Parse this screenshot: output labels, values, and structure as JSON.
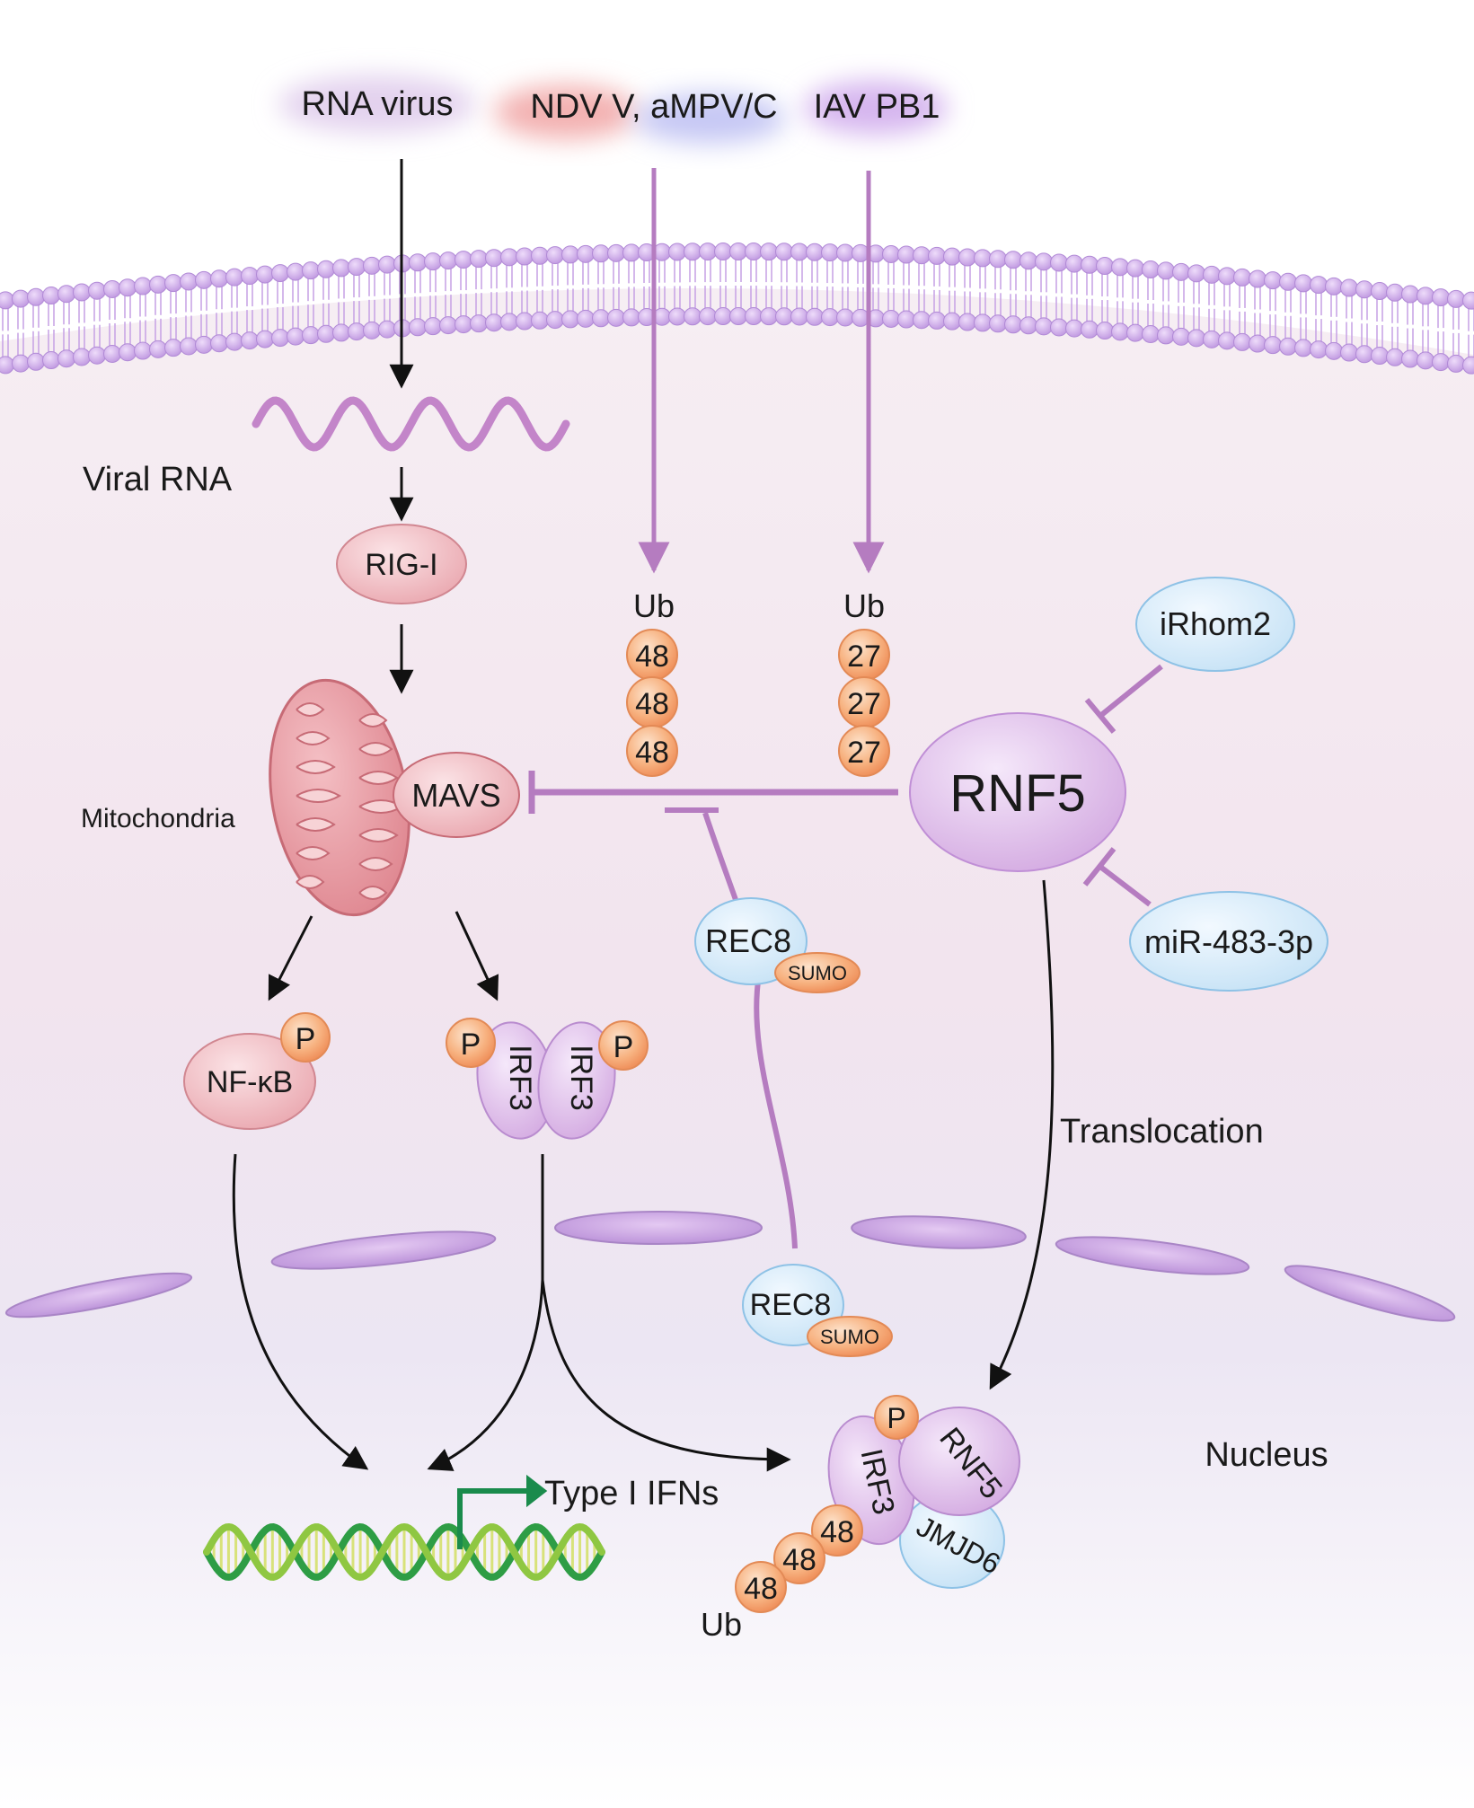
{
  "virus_labels": {
    "rna_virus": "RNA virus",
    "ndv": "NDV V, aMPV/C",
    "iav": "IAV PB1"
  },
  "labels": {
    "viral_rna": "Viral RNA",
    "mitochondria": "Mitochondria",
    "translocation": "Translocation",
    "nucleus": "Nucleus",
    "type_i_ifns": "Type I IFNs"
  },
  "proteins": {
    "rig_i": "RIG-I",
    "mavs": "MAVS",
    "rnf5": "RNF5",
    "irhom2": "iRhom2",
    "mir": "miR-483-3p",
    "nfkb": "NF-κB",
    "irf3": "IRF3",
    "rec8": "REC8",
    "sumo": "SUMO",
    "jmjd6": "JMJD6",
    "phospho": "P"
  },
  "ub_chains": {
    "ub_label": "Ub",
    "k48": [
      "48",
      "48",
      "48"
    ],
    "k27": [
      "27",
      "27",
      "27"
    ],
    "nuclear_k48": [
      "48",
      "48",
      "48"
    ]
  },
  "colors": {
    "membrane": "#c9a6e6",
    "inhibition": "#b57cc0",
    "mito": "#e59aa2",
    "ub_bead": "#f6a572",
    "protein_blue": "#d6ecfb",
    "protein_purple": "#d8b3e6",
    "ifn_arrow": "#1a8b4c"
  }
}
